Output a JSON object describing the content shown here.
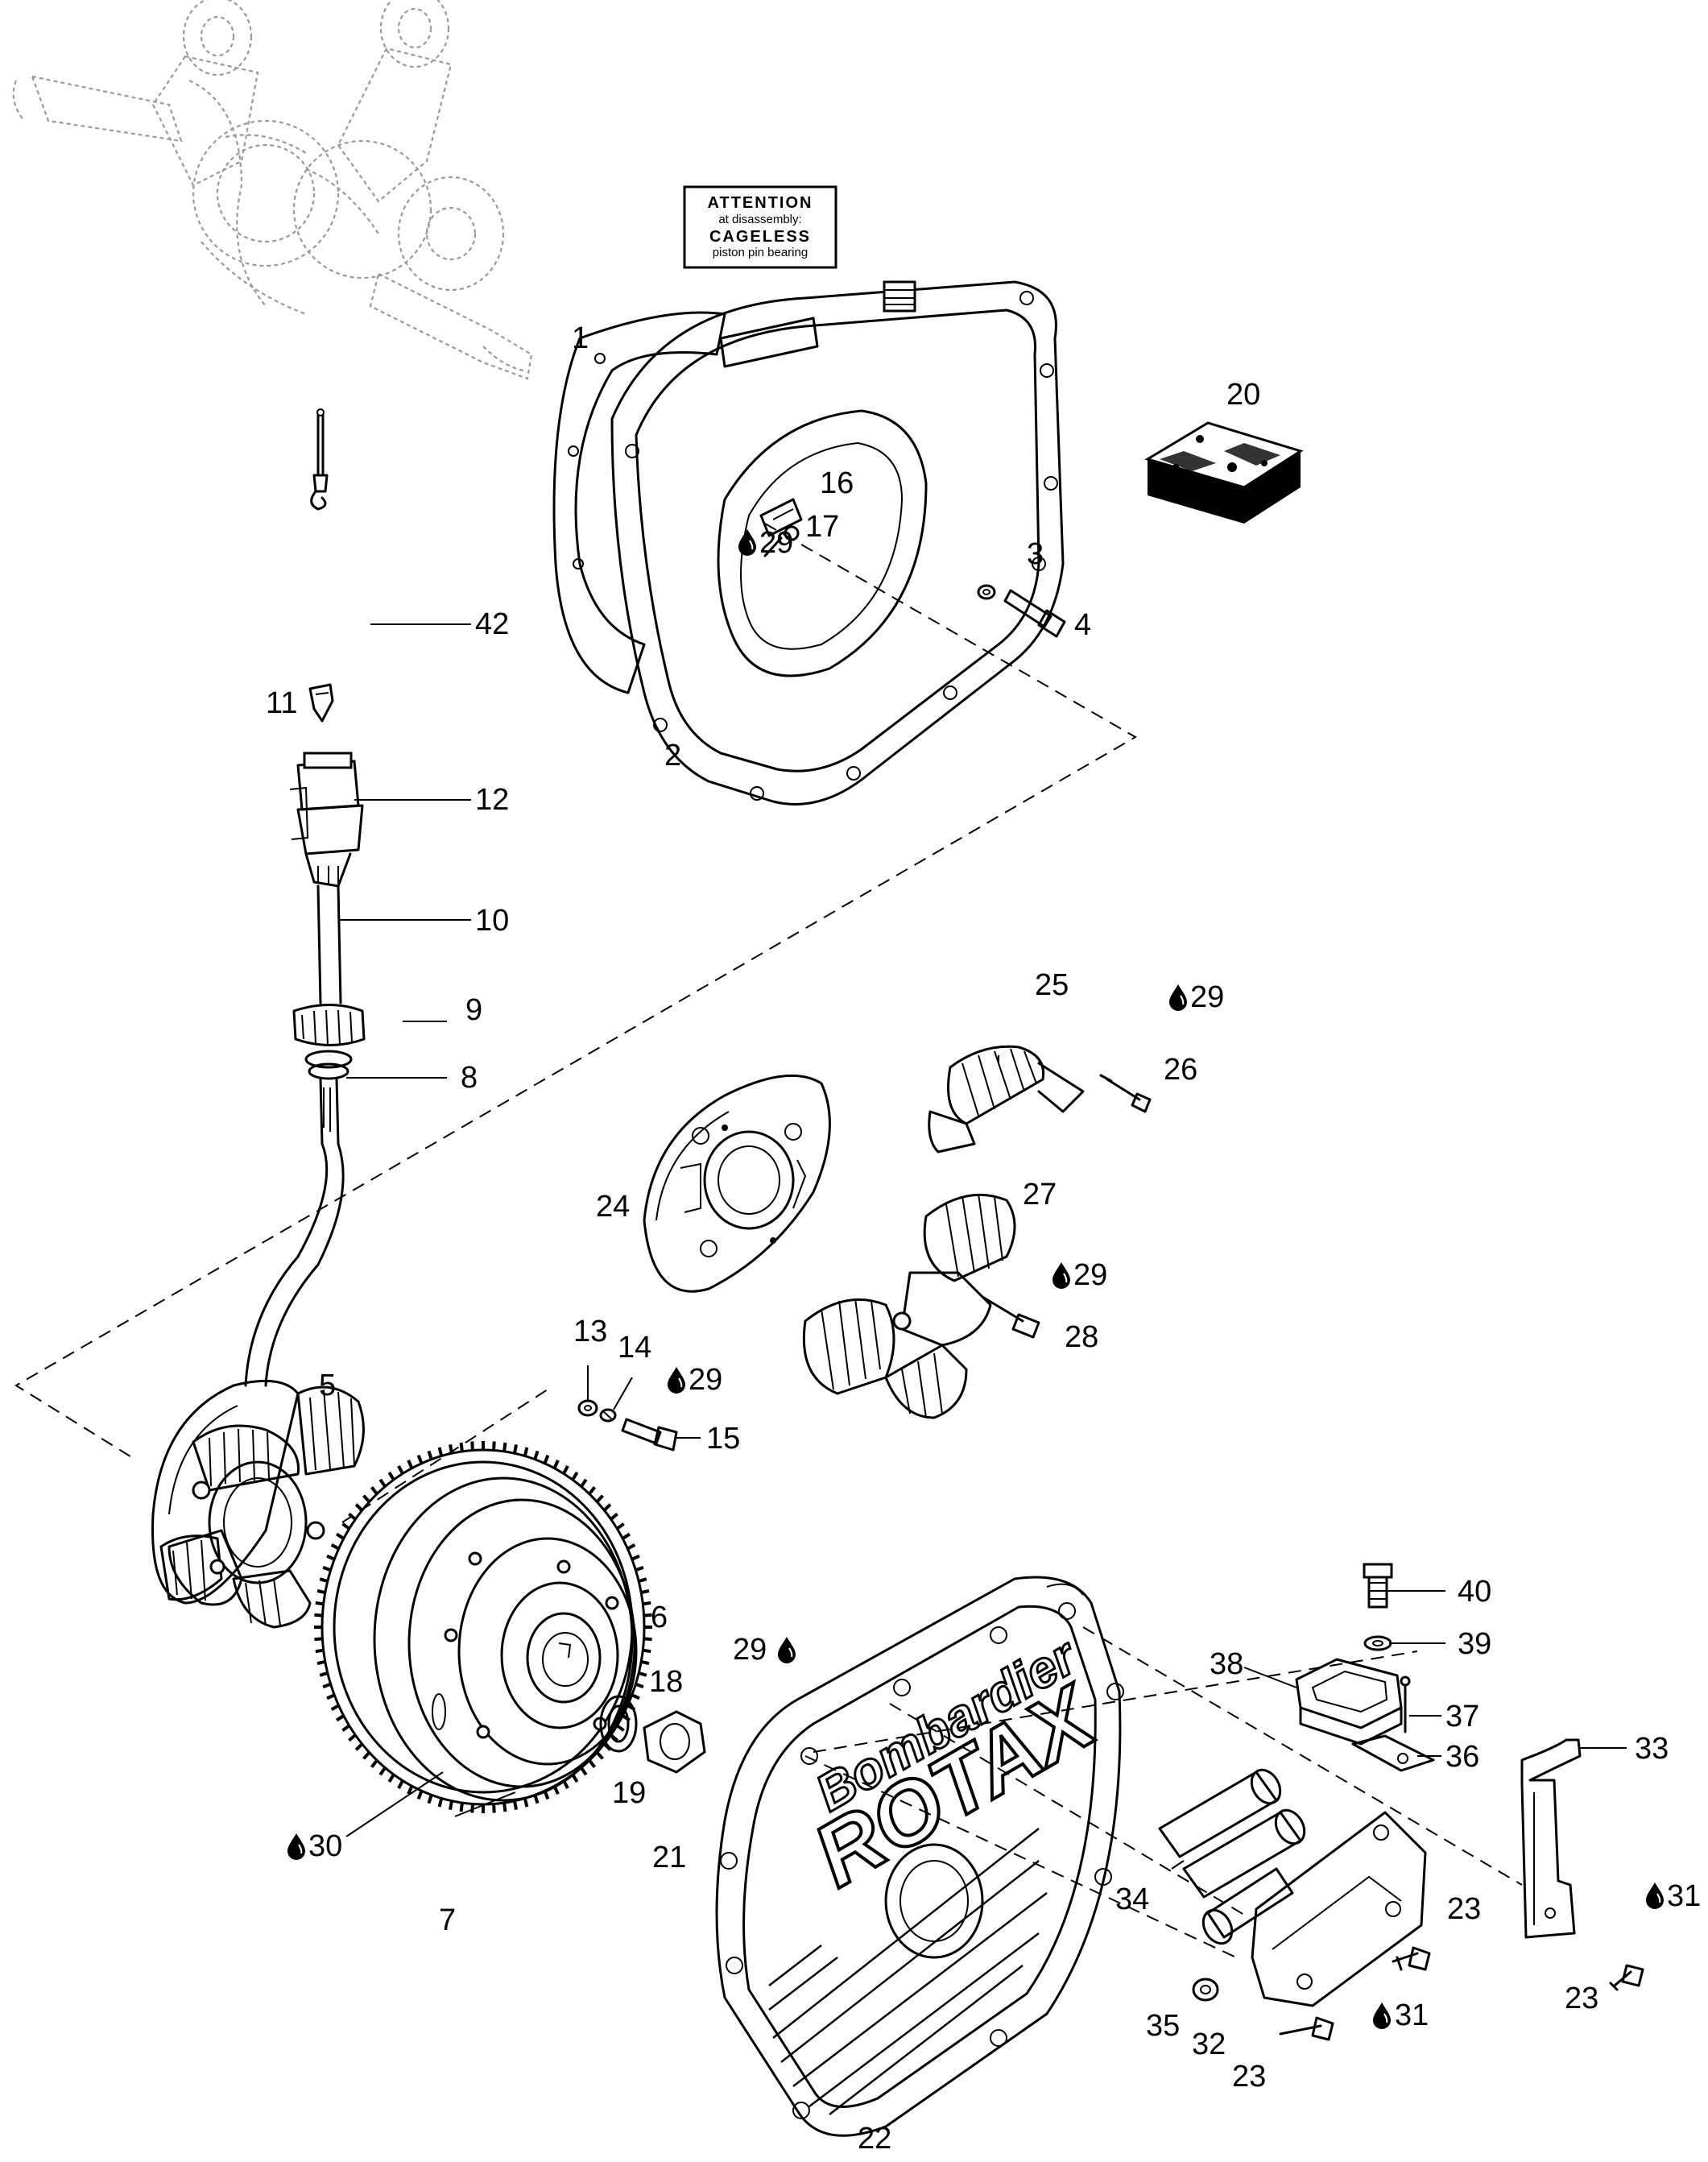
{
  "notice": {
    "line1": "ATTENTION",
    "line2": "at disassembly:",
    "line3": "CAGELESS",
    "line4": "piston pin bearing"
  },
  "cover_brand": {
    "line1": "Bombardier",
    "line2": "ROTAX"
  },
  "callouts": {
    "c1": "1",
    "c2": "2",
    "c3": "3",
    "c4": "4",
    "c5": "5",
    "c6": "6",
    "c7": "7",
    "c8": "8",
    "c9": "9",
    "c10": "10",
    "c11": "11",
    "c12": "12",
    "c13": "13",
    "c14": "14",
    "c15": "15",
    "c16": "16",
    "c17": "17",
    "c18": "18",
    "c19": "19",
    "c20": "20",
    "c21": "21",
    "c22": "22",
    "c23a": "23",
    "c23b": "23",
    "c23c": "23",
    "c24": "24",
    "c25": "25",
    "c26": "26",
    "c27": "27",
    "c28": "28",
    "c29a": "29",
    "c29b": "29",
    "c29c": "29",
    "c29d": "29",
    "c29e": "29",
    "c30": "30",
    "c31a": "31",
    "c31b": "31",
    "c32": "32",
    "c33": "33",
    "c34": "34",
    "c35": "35",
    "c36": "36",
    "c37": "37",
    "c38": "38",
    "c39": "39",
    "c40": "40",
    "c42": "42"
  },
  "icons": {
    "drop": "liquid-drop-icon"
  }
}
